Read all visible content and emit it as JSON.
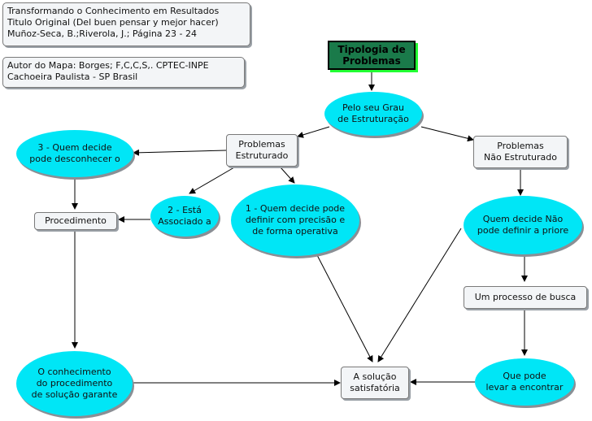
{
  "info_boxes": {
    "source": "Transformando o Conhecimento  em Resultados\nTitulo Original (Del buen pensar y mejor hacer)\nMuñoz-Seca, B.;Riverola, J.; Página 23 - 24",
    "author": "Autor do Mapa: Borges; F,C,C,S,. CPTEC-INPE\nCachoeira Paulista - SP Brasil"
  },
  "nodes": {
    "tipologia": "Tipologia de\nProblemas",
    "grau": "Pelo seu Grau\nde Estruturação",
    "estruturado": "Problemas\nEstruturado",
    "nao_estruturado": "Problemas\nNão Estruturado",
    "quem_desconhecer": "3 - Quem decide\npode desconhecer o",
    "associado": "2 - Está\nAssociado a",
    "quem_definir": "1 - Quem decide pode\ndefinir com precisão e\nde forma operativa",
    "procedimento": "Procedimento",
    "nao_definir": "Quem decide Não\npode definir a priore",
    "busca": "Um processo de busca",
    "conhecimento": "O conhecimento\ndo procedimento\nde solução garante",
    "solucao": "A solução\nsatisfatória",
    "levar": "Que pode\nlevar a encontrar"
  },
  "colors": {
    "ellipse": "#00e6f6",
    "title_fill": "#1a7a4a",
    "title_shadow": "#22ff33",
    "box": "#f3f5f7"
  }
}
